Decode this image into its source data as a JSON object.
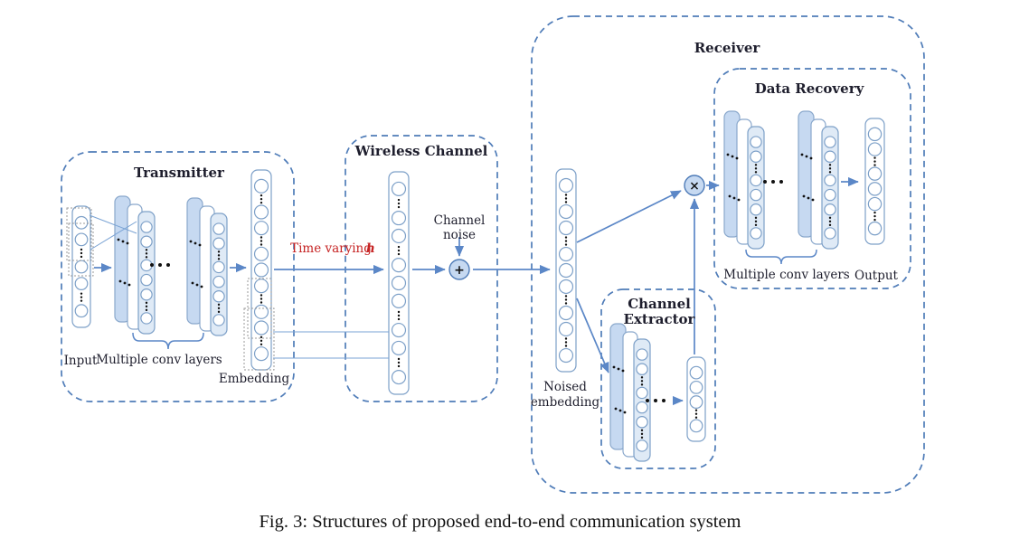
{
  "figure": {
    "caption": "Fig. 3: Structures of proposed end-to-end communication system",
    "colors": {
      "accent_blue": "#5b87c7",
      "dashed_box_border": "#4f7cb8",
      "layer_fill": "#c6d9f1",
      "column_fill": "#dfeaf6",
      "red_text": "#c62323",
      "text": "#1e1e2d"
    },
    "transmitter": {
      "title": "Transmitter",
      "input_label": "Input",
      "conv_label": "Multiple conv layers",
      "embedding_label": "Embedding"
    },
    "channel": {
      "title": "Wireless Channel",
      "fading_label": "Time varying",
      "fading_symbol": "h",
      "noise_label_line1": "Channel",
      "noise_label_line2": "noise",
      "adder_symbol": "+"
    },
    "receiver": {
      "title": "Receiver",
      "noised_label_line1": "Noised",
      "noised_label_line2": "embedding",
      "multiplier_symbol": "×",
      "channel_extractor": {
        "title_line1": "Channel",
        "title_line2": "Extractor"
      },
      "data_recovery": {
        "title": "Data Recovery",
        "conv_label": "Multiple conv layers",
        "output_label": "Output"
      }
    }
  }
}
